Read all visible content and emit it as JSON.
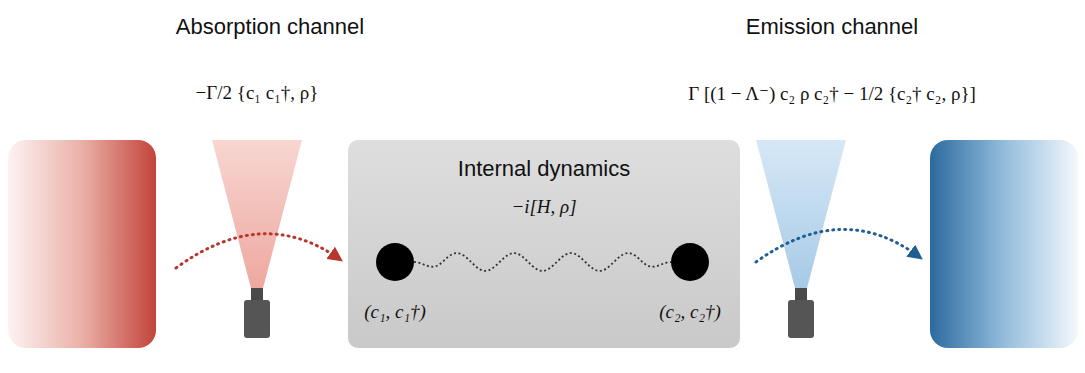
{
  "diagram": {
    "nodes": [
      {
        "text": [
          "Internal dynamics",
          "−i[H, ρ]"
        ]
      },
      {
        "text": [
          "(c₁, c₁†)"
        ],
        "in": 0
      },
      {
        "text": [
          "(c₂, c₂†)"
        ],
        "in": 0
      }
    ],
    "edges": [
      {
        "from": 1,
        "to": 2,
        "arrow": "none"
      }
    ],
    "labels": [
      "Absorption channel",
      "Emission channel",
      "−Γ/2 {c₁ c₁†, ρ}",
      "Γ [(1 − Λ⁻) c₂ ρ c₂† − 1/2 {c₂† c₂, ρ}]"
    ]
  }
}
